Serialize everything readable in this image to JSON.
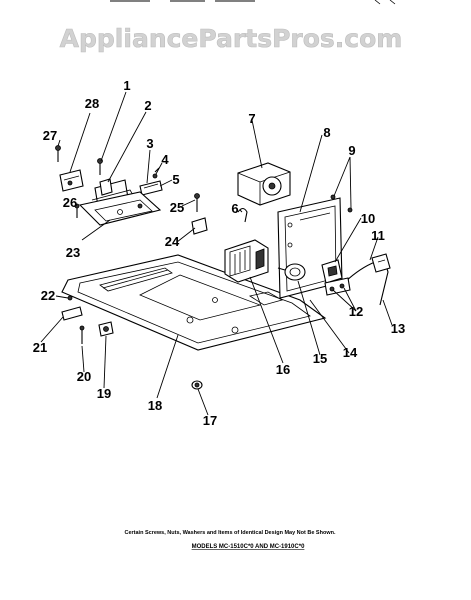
{
  "watermark": "AppliancePartsPros.com",
  "callouts": [
    {
      "id": "1",
      "label": "1"
    },
    {
      "id": "2",
      "label": "2"
    },
    {
      "id": "3",
      "label": "3"
    },
    {
      "id": "4",
      "label": "4"
    },
    {
      "id": "5",
      "label": "5"
    },
    {
      "id": "6",
      "label": "6"
    },
    {
      "id": "7",
      "label": "7"
    },
    {
      "id": "8",
      "label": "8"
    },
    {
      "id": "9",
      "label": "9"
    },
    {
      "id": "10",
      "label": "10"
    },
    {
      "id": "11",
      "label": "11"
    },
    {
      "id": "12",
      "label": "12"
    },
    {
      "id": "13",
      "label": "13"
    },
    {
      "id": "14",
      "label": "14"
    },
    {
      "id": "15",
      "label": "15"
    },
    {
      "id": "16",
      "label": "16"
    },
    {
      "id": "17",
      "label": "17"
    },
    {
      "id": "18",
      "label": "18"
    },
    {
      "id": "19",
      "label": "19"
    },
    {
      "id": "20",
      "label": "20"
    },
    {
      "id": "21",
      "label": "21"
    },
    {
      "id": "22",
      "label": "22"
    },
    {
      "id": "23",
      "label": "23"
    },
    {
      "id": "24",
      "label": "24"
    },
    {
      "id": "25",
      "label": "25"
    },
    {
      "id": "26",
      "label": "26"
    },
    {
      "id": "27",
      "label": "27"
    },
    {
      "id": "28",
      "label": "28"
    }
  ],
  "footer": {
    "note": "Certain Screws, Nuts, Washers and Items of Identical Design May Not Be Shown.",
    "models": "MODELS MC-1510C*0 AND MC-1910C*0"
  }
}
